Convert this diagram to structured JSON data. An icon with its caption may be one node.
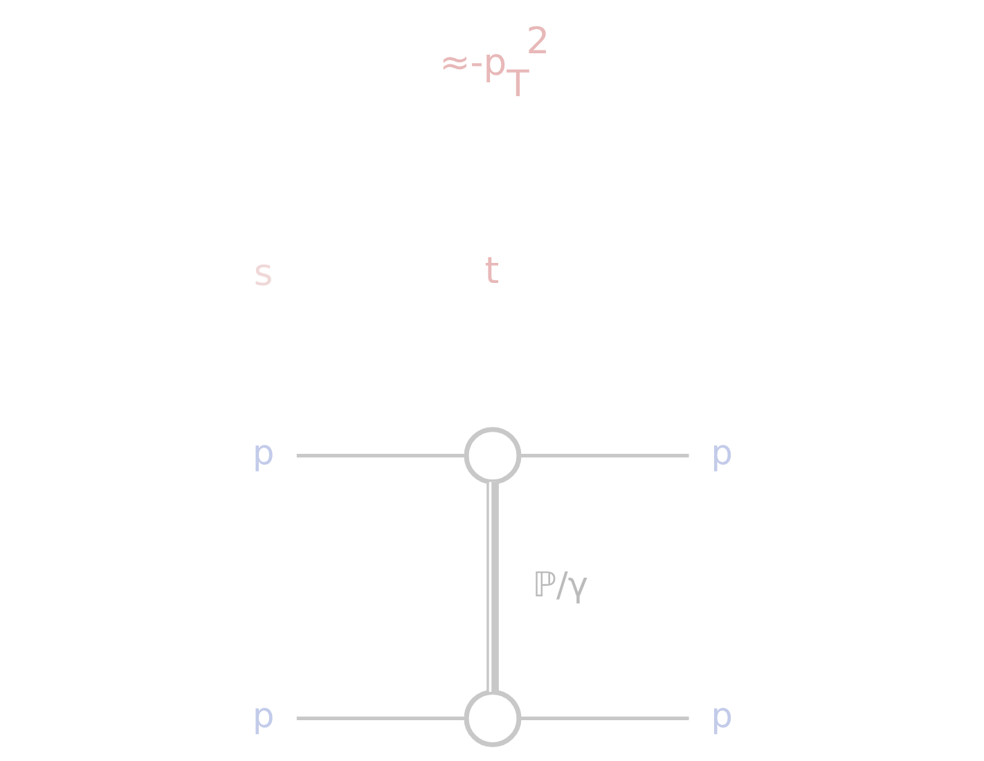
{
  "diagram": {
    "nodes": [
      {
        "text": [
          "p"
        ]
      },
      {
        "text": [],
        "shape": "circle"
      },
      {
        "text": [
          "p"
        ]
      },
      {
        "text": [
          "p"
        ]
      },
      {
        "text": [],
        "shape": "circle"
      },
      {
        "text": [
          "p"
        ]
      }
    ],
    "edges": [
      {
        "from": 0,
        "to": 1,
        "arrow": "none"
      },
      {
        "from": 1,
        "to": 2,
        "arrow": "none"
      },
      {
        "from": 3,
        "to": 4,
        "arrow": "none"
      },
      {
        "from": 4,
        "to": 5,
        "arrow": "none"
      },
      {
        "from": 1,
        "to": 4,
        "arrow": "none",
        "label": "ℙ/γ",
        "style": "thick"
      }
    ],
    "labels": [
      "s",
      "t",
      "≈-p$_{T}$$^{2}$"
    ]
  }
}
